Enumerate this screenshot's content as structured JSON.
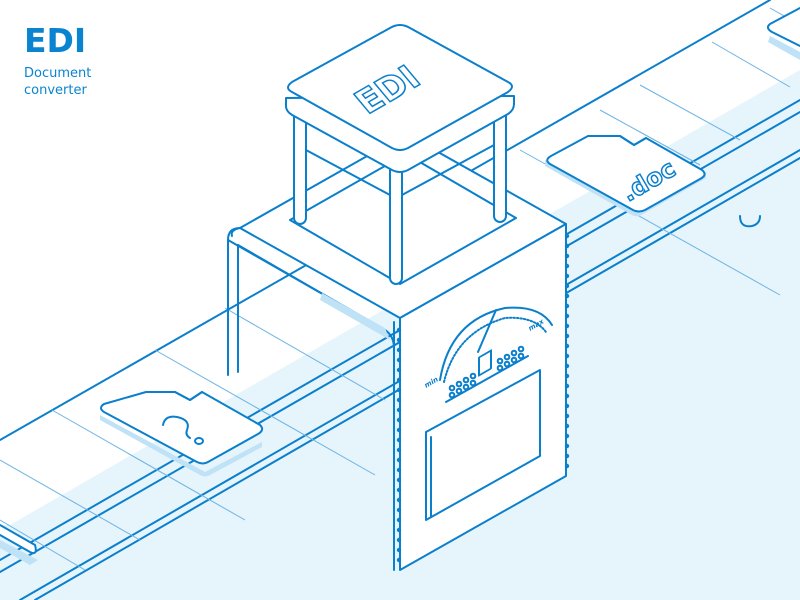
{
  "logo": {
    "title": "EDI",
    "subtitle_line1": "Document",
    "subtitle_line2": "converter"
  },
  "machine": {
    "top_label": "EDI",
    "gauge": {
      "min_label": "min",
      "max_label": "max"
    }
  },
  "documents": [
    {
      "name": "unknown-document",
      "glyph": "?"
    },
    {
      "name": "doc-document",
      "glyph": ".doc"
    }
  ],
  "colors": {
    "accent": "#0a84d0",
    "line": "#0a7fcc",
    "thin_line": "#6bb3e3",
    "shade": "#e6f4fc",
    "shadow": "#bfe2f7",
    "background": "#ffffff"
  }
}
